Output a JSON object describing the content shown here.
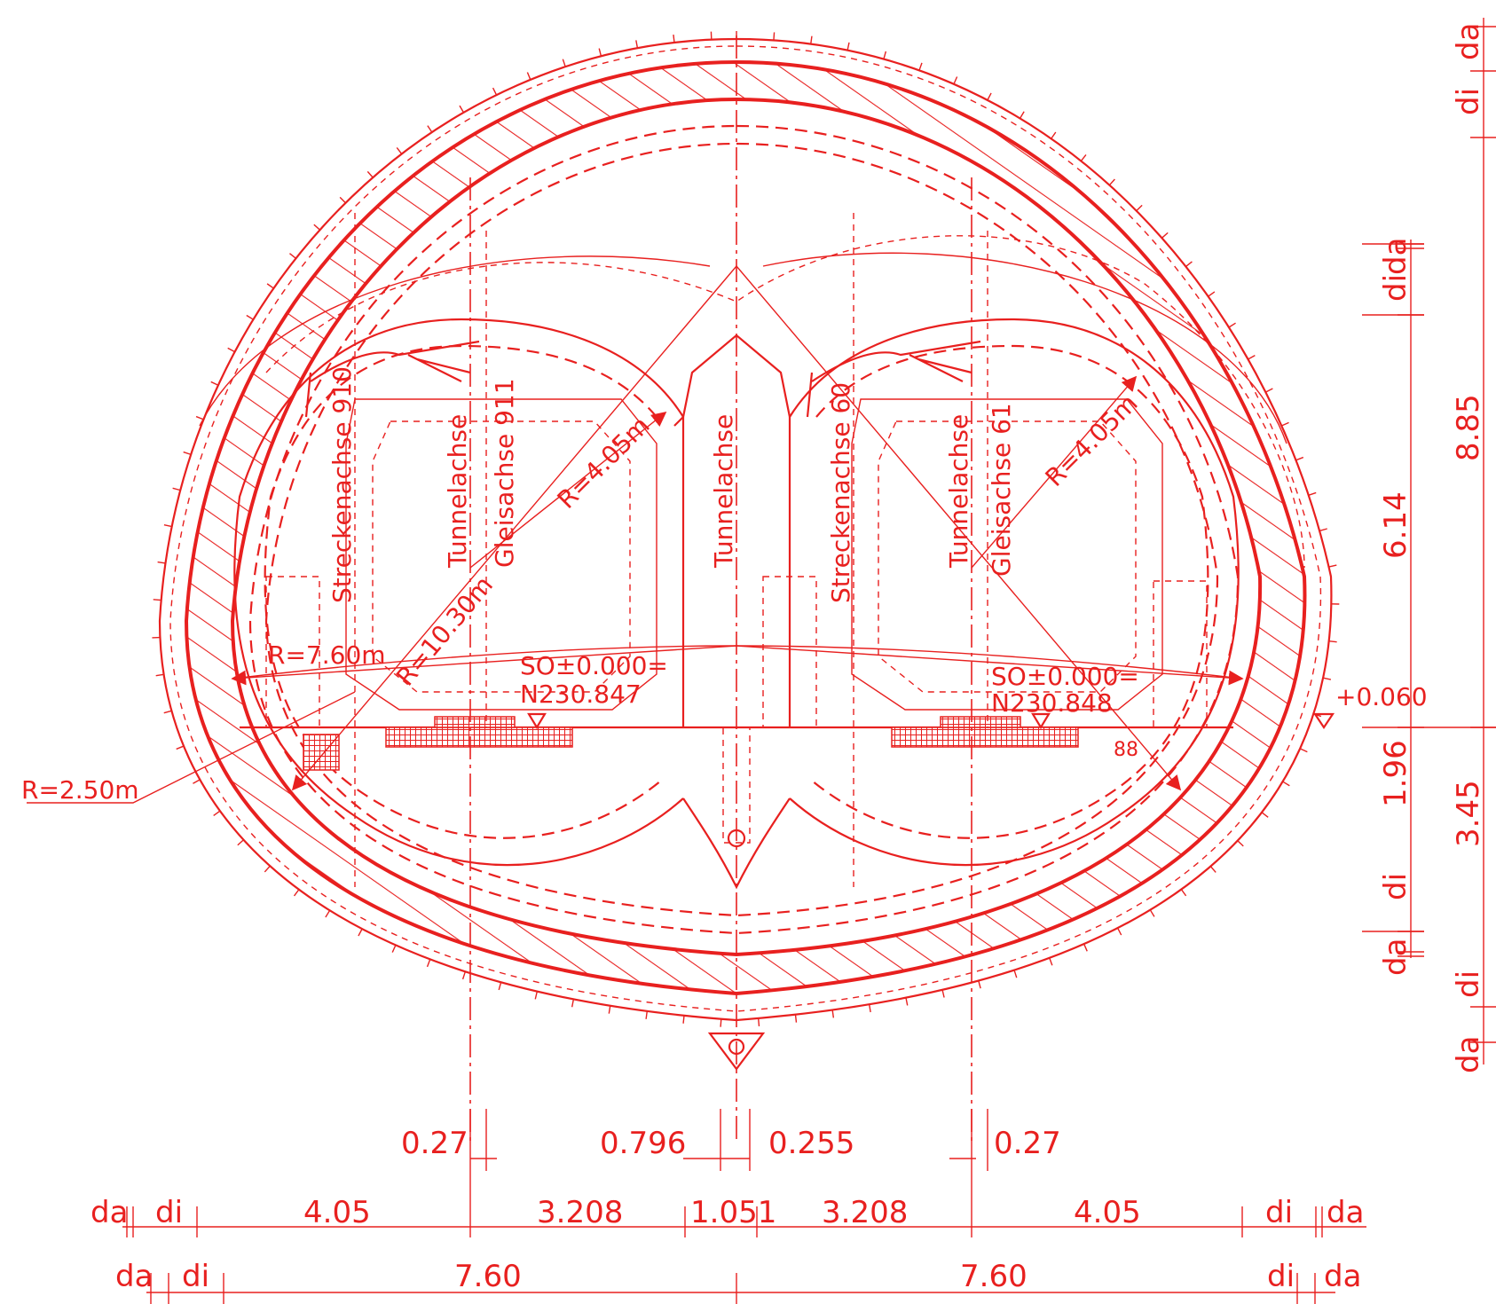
{
  "colors": {
    "line": "#e8201f",
    "background": "#ffffff"
  },
  "labels": {
    "streckenachse_910": "Streckenachse 910",
    "tunnelachse_left": "Tunnelachse",
    "gleisachse_911": "Gleisachse 911",
    "tunnelachse_center": "Tunnelachse",
    "streckenachse_60": "Streckenachse 60",
    "tunnelachse_right": "Tunnelachse",
    "gleisachse_61": "Gleisachse 61",
    "radius_405_left": "R=4.05m",
    "radius_405_right": "R=4.05m",
    "radius_1030": "R=10.30m",
    "radius_760": "R=7.60m",
    "radius_250": "R=2.50m",
    "so_left_1": "SO±0.000=",
    "so_left_2": "N230.847",
    "so_right_1": "SO±0.000=",
    "so_right_2": "N230.848",
    "level_060": "+0.060"
  },
  "dims_bottom": {
    "top_row": [
      "0.27",
      "0.796",
      "0.255",
      "0.27"
    ],
    "row1": [
      "da",
      "di",
      "4.05",
      "3.208",
      "1.051",
      "3.208",
      "4.05",
      "di",
      "da"
    ],
    "row2": [
      "da",
      "di",
      "7.60",
      "7.60",
      "di",
      "da"
    ]
  },
  "dims_right": {
    "col1": [
      "da",
      "di",
      "6.14",
      "1.96",
      "di",
      "da"
    ],
    "col2": [
      "da",
      "di",
      "8.85",
      "3.45",
      "di",
      "da"
    ]
  }
}
